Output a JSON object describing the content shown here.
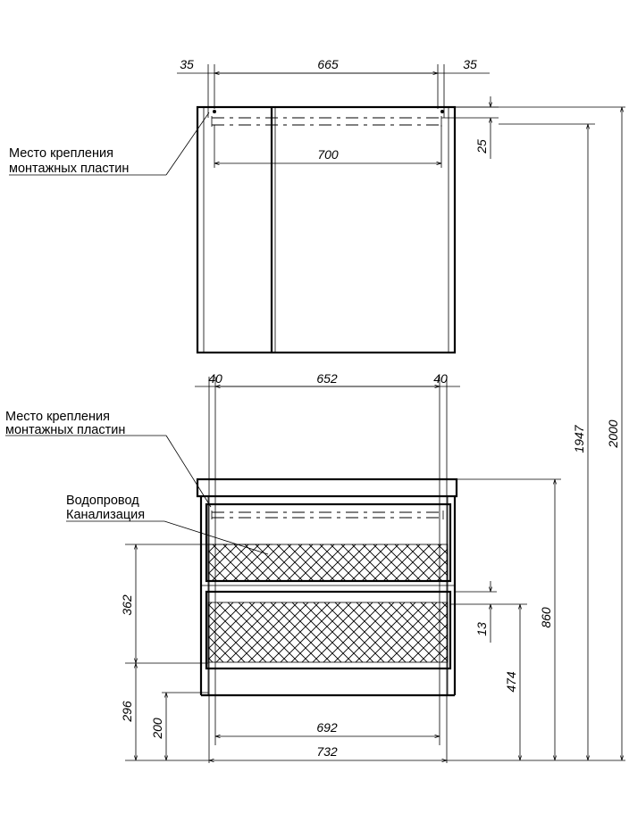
{
  "mirror_cabinet": {
    "dims": {
      "left_offset": "35",
      "mount_spacing": "665",
      "right_offset": "35",
      "width": "700",
      "top_offset": "25"
    },
    "note": [
      "Место крепления",
      "монтажных пластин"
    ]
  },
  "vanity": {
    "dims": {
      "left_offset": "40",
      "mount_spacing": "652",
      "right_offset": "40",
      "inner_width": "692",
      "outer_width": "732",
      "pipe_zone_height": "362",
      "pipe_zone_bottom": "296",
      "legroom": "200",
      "drawer_gap": "13",
      "drawer_height": "474",
      "top_height": "860"
    },
    "mount_note": [
      "Место крепления",
      "монтажных пластин"
    ],
    "pipe_note": [
      "Водопровод",
      "Канализация"
    ]
  },
  "overall": {
    "mirror_top_height": "1947",
    "total_height": "2000"
  }
}
